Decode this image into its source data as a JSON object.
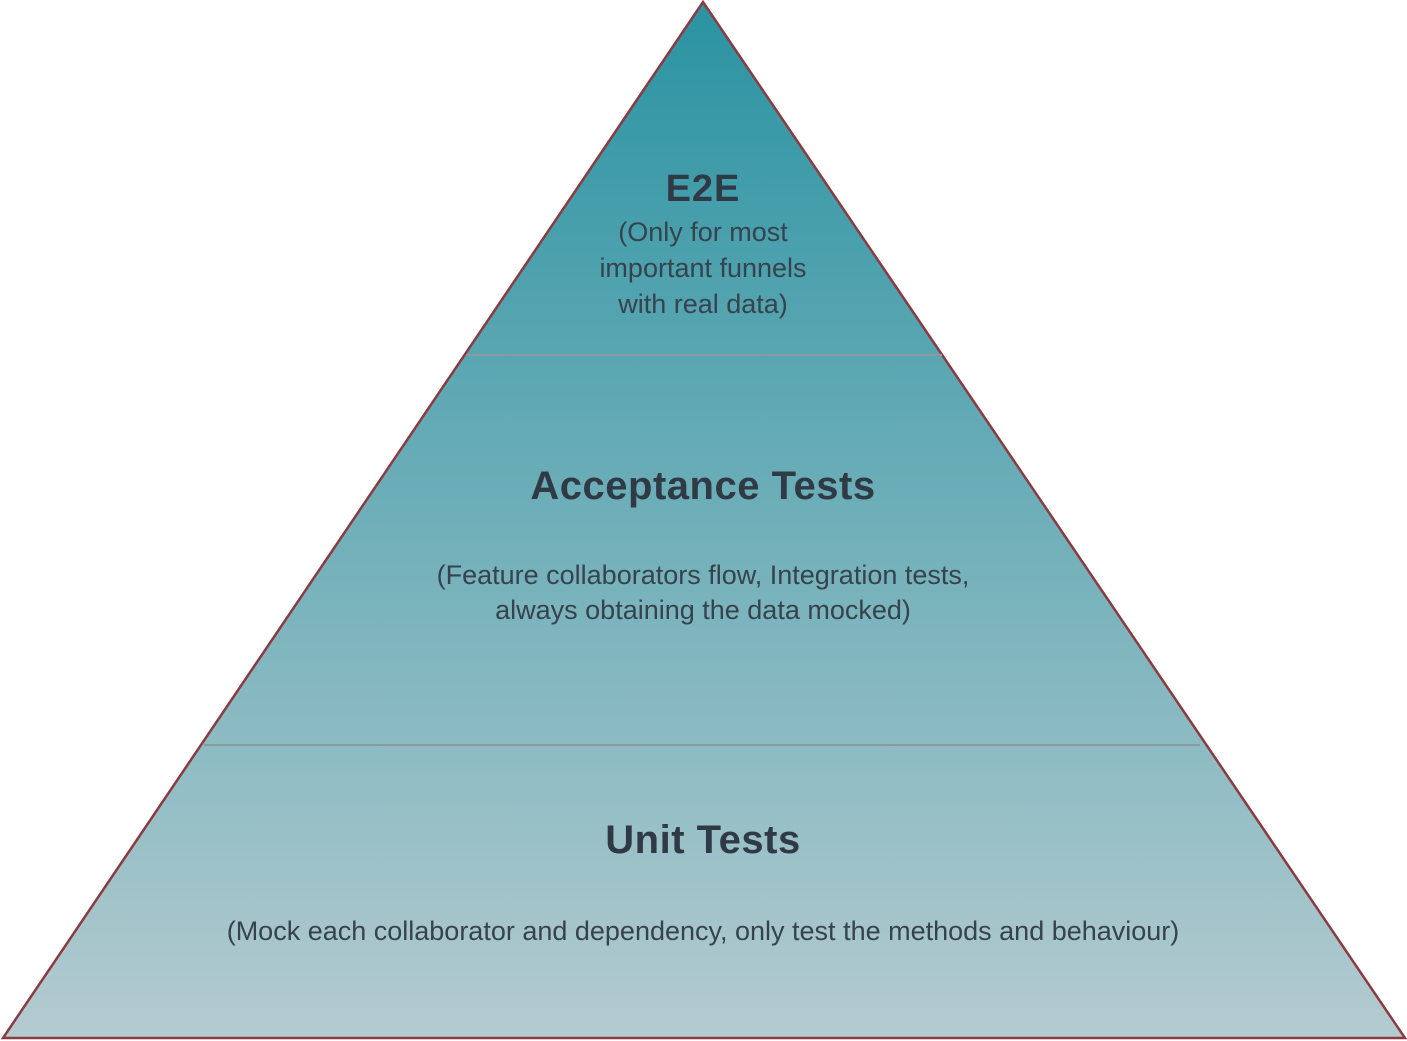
{
  "pyramid": {
    "layers": [
      {
        "title": "E2E",
        "description": "(Only for most\nimportant funnels\nwith real data)"
      },
      {
        "title": "Acceptance Tests",
        "description": "(Feature collaborators flow, Integration tests,\nalways obtaining the data mocked)"
      },
      {
        "title": "Unit Tests",
        "description": "(Mock each collaborator and dependency, only test the methods and behaviour)"
      }
    ],
    "colors": {
      "apex": "#2a93a2",
      "base": "#b4cbd0",
      "outline": "#8b3a3f",
      "divider": "#8a9a9e",
      "text": "#2f3a45"
    }
  }
}
